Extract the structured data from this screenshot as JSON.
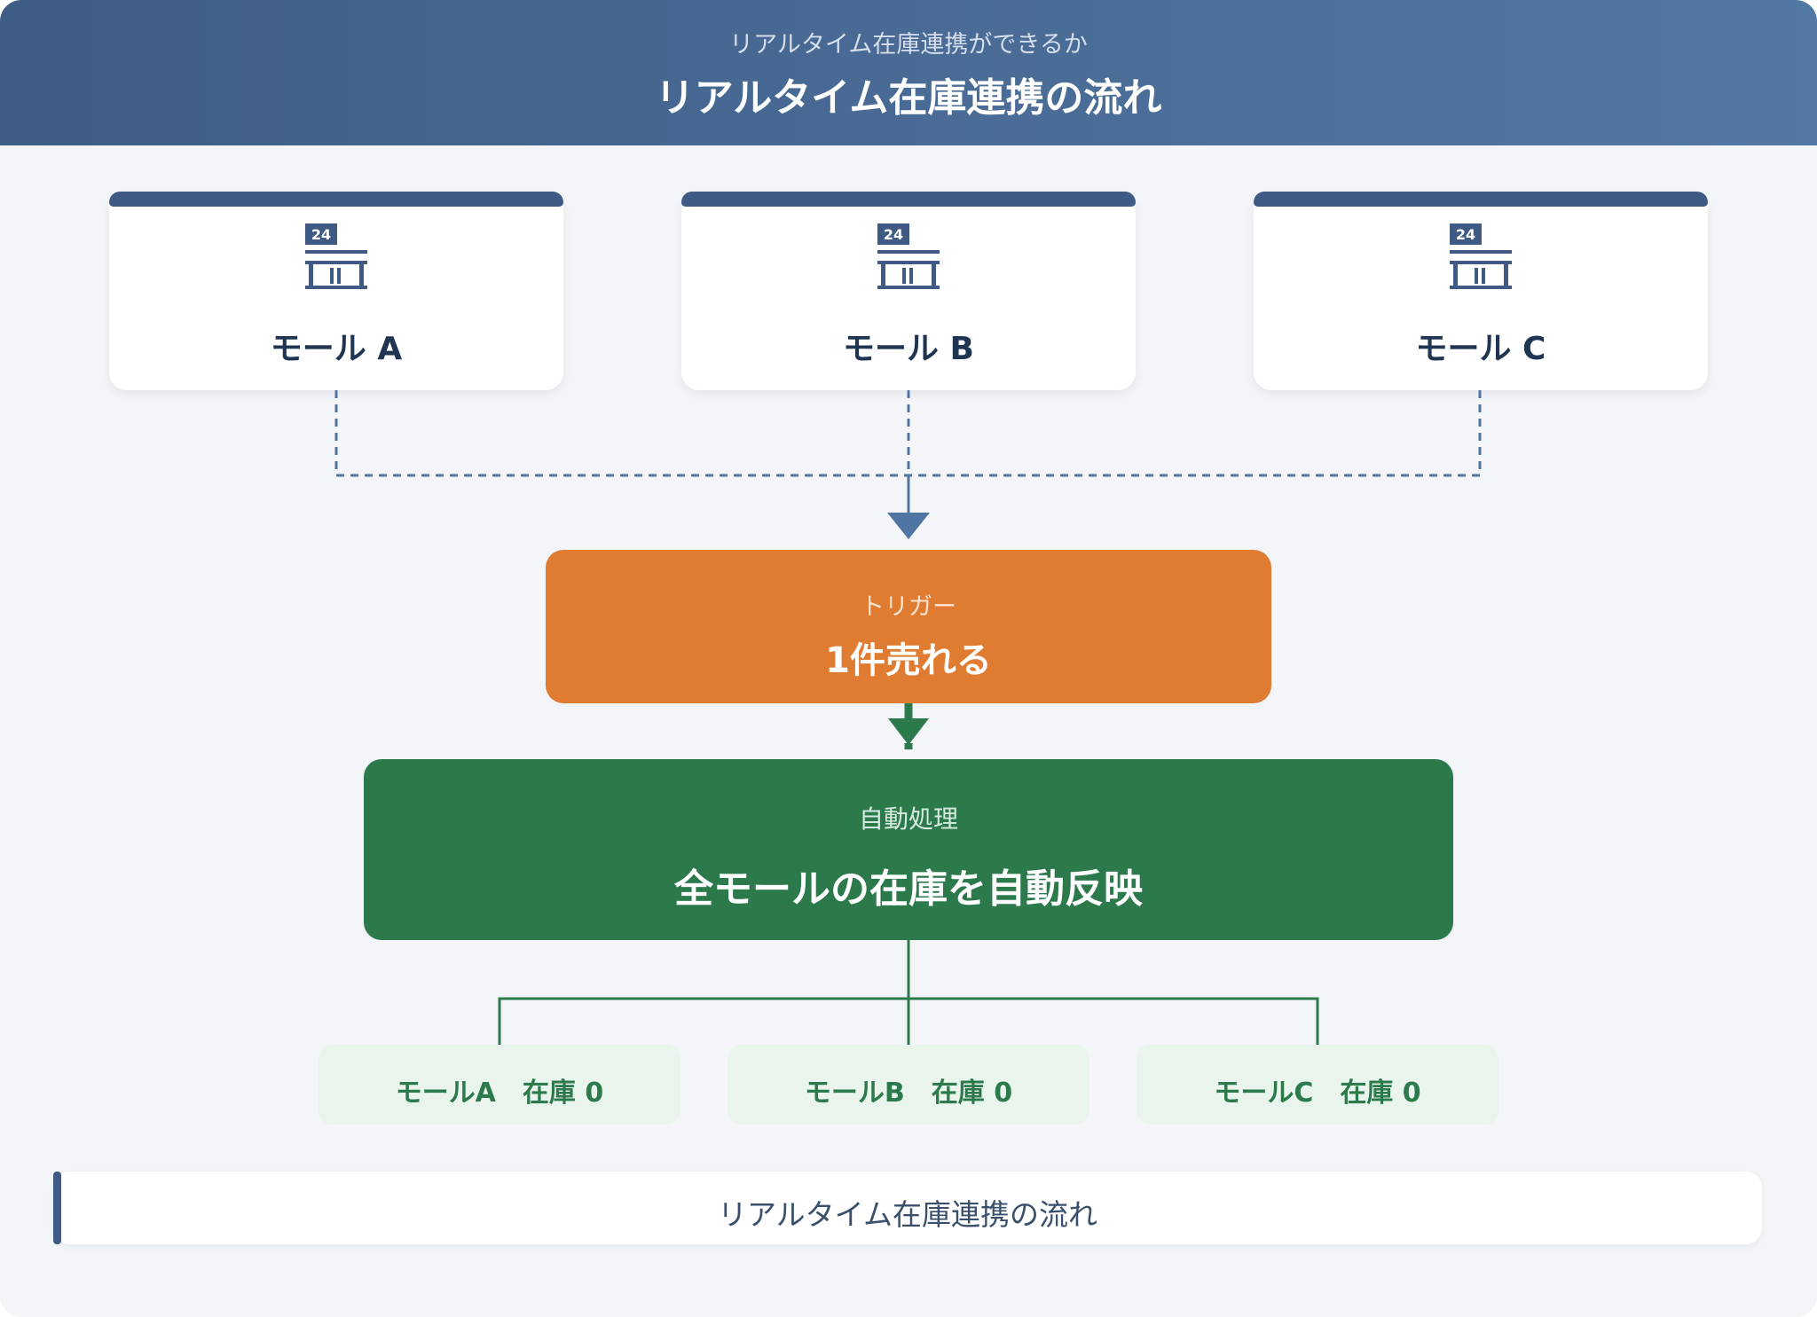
{
  "header": {
    "subtitle": "リアルタイム在庫連携ができるか",
    "title": "リアルタイム在庫連携の流れ"
  },
  "malls": [
    {
      "name": "モール A",
      "icon": "store-24h-icon"
    },
    {
      "name": "モール B",
      "icon": "store-24h-icon"
    },
    {
      "name": "モール C",
      "icon": "store-24h-icon"
    }
  ],
  "trigger": {
    "label": "トリガー",
    "title": "1件売れる"
  },
  "process": {
    "label": "自動処理",
    "title": "全モールの在庫を自動反映"
  },
  "results": [
    {
      "text": "モールA　在庫 0"
    },
    {
      "text": "モールB　在庫 0"
    },
    {
      "text": "モールC　在庫 0"
    }
  ],
  "footer": {
    "caption": "リアルタイム在庫連携の流れ"
  },
  "colors": {
    "header_start": "#3f5c86",
    "header_end": "#5279a3",
    "mall_accent": "#3f5b85",
    "connector_blue": "#4f76a3",
    "trigger_orange": "#e07b32",
    "process_green": "#2c7a4c",
    "result_bg": "#e9f4ec",
    "background": "#f3f5f8"
  }
}
